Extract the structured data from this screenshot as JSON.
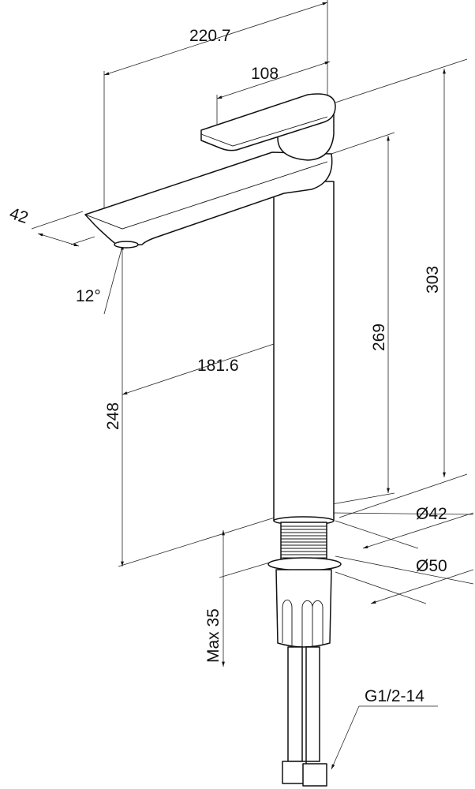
{
  "title": "Faucet dimension drawing",
  "dimensions": {
    "total_reach": "220.7",
    "lever_length": "108",
    "spout_width": "42",
    "spout_angle": "12°",
    "spout_reach": "181.6",
    "spout_height": "248",
    "body_height": "269",
    "total_height": "303",
    "body_diameter": "Ø42",
    "base_diameter": "Ø50",
    "max_deck_thickness": "Max 35",
    "hose_thread": "G1/2-14"
  }
}
